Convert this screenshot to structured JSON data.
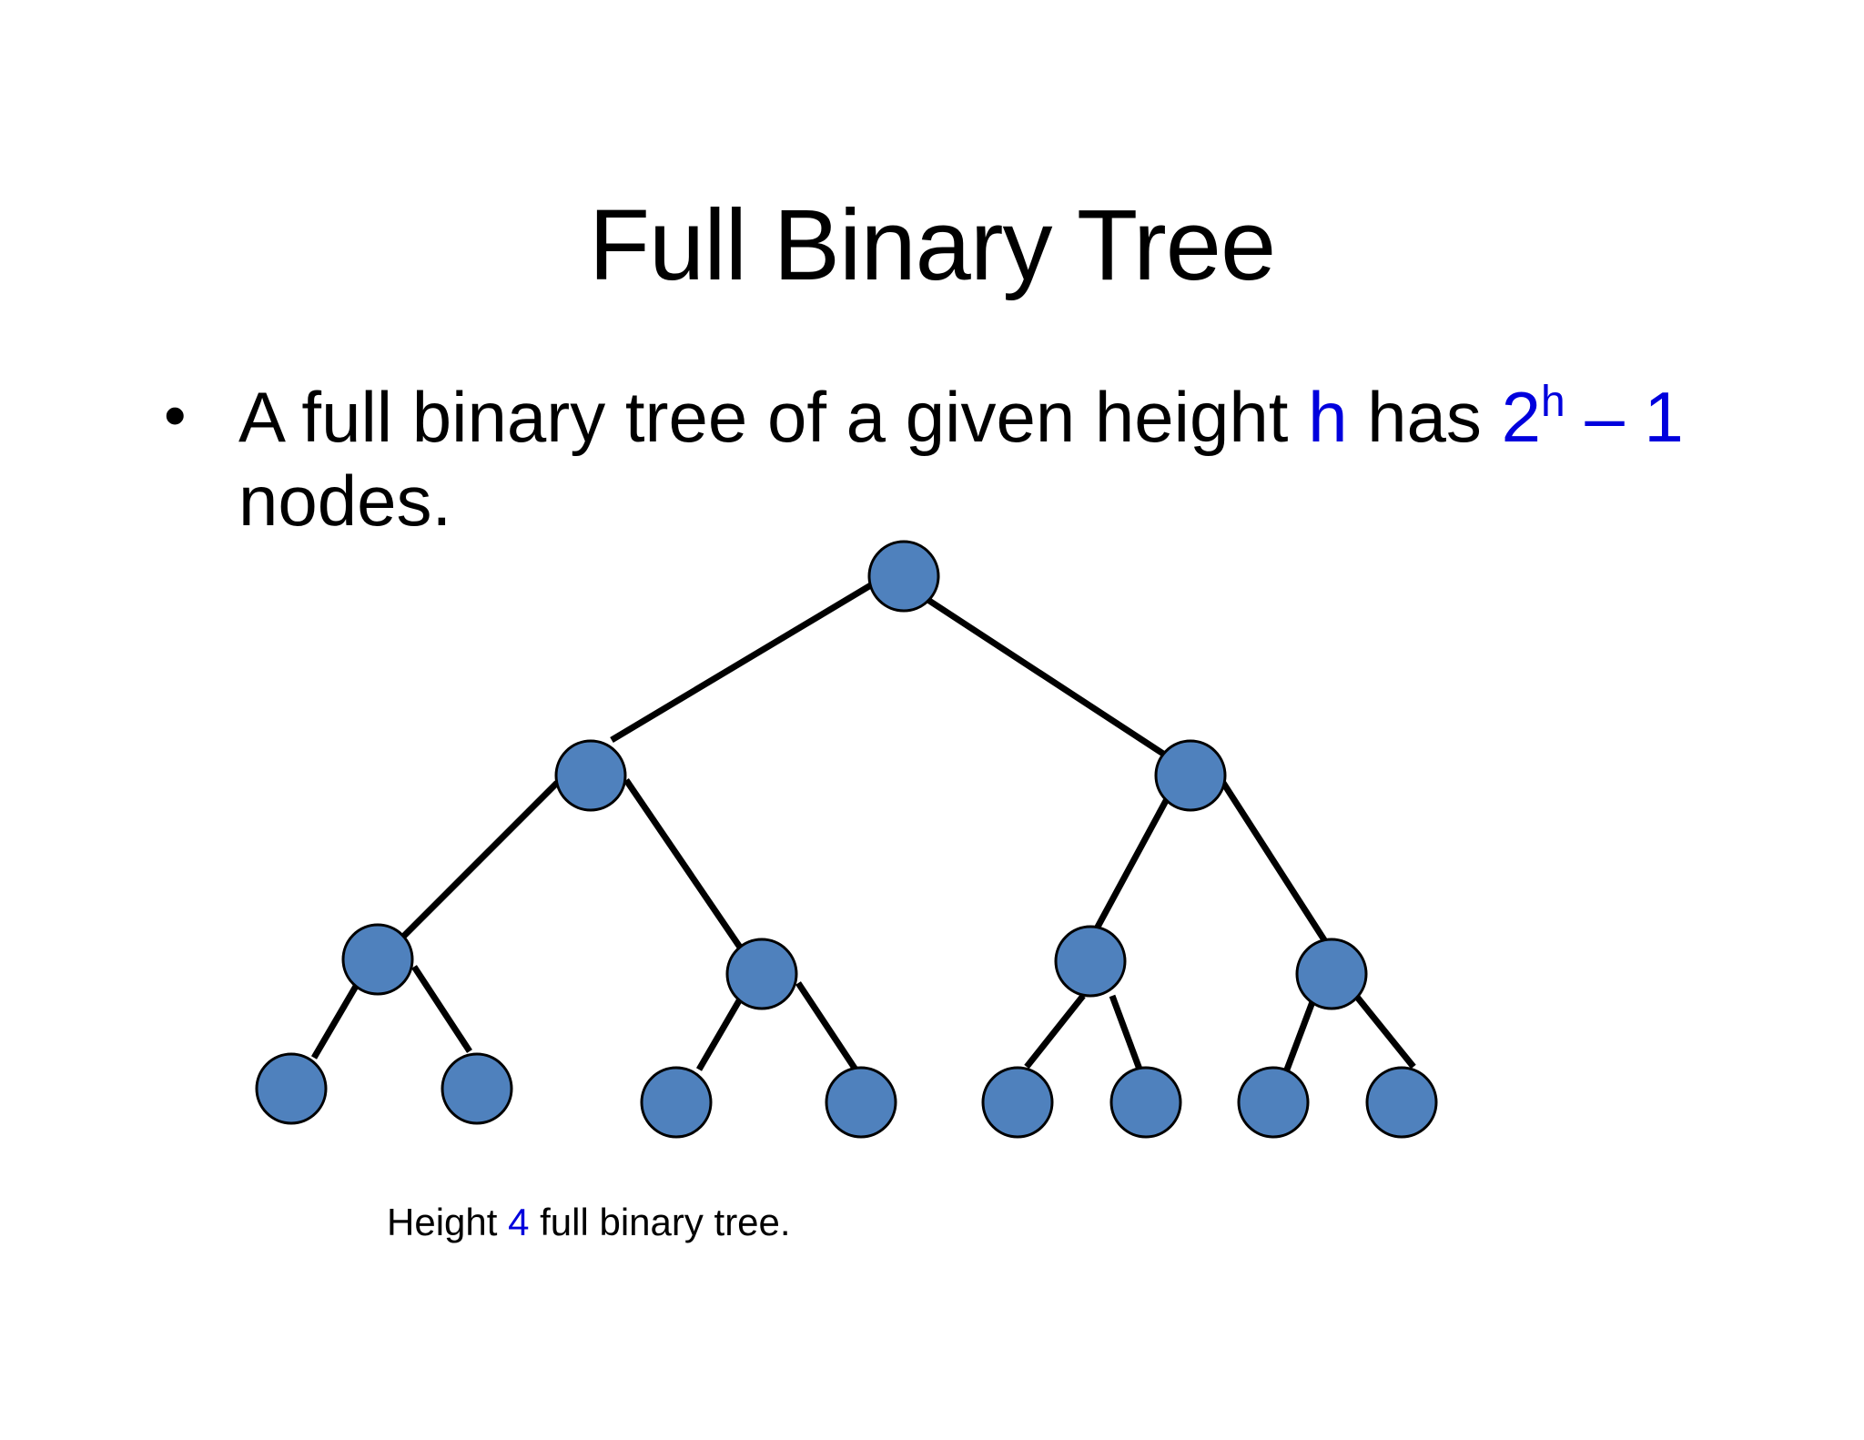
{
  "title": "Full Binary Tree",
  "bullet": {
    "mark": "•",
    "text_before_h": "A full binary tree of a given height ",
    "h": "h",
    "text_has": " has ",
    "base": "2",
    "exponent": "h",
    "minus_one": " – 1",
    "line2": "nodes."
  },
  "caption": {
    "prefix": "Height ",
    "height_value": "4",
    "suffix": " full binary tree."
  },
  "colors": {
    "node_fill": "#4f81bd",
    "node_stroke": "#000000",
    "edge": "#000000",
    "accent": "#0000dd"
  },
  "tree": {
    "height": 4,
    "node_count": 15
  }
}
